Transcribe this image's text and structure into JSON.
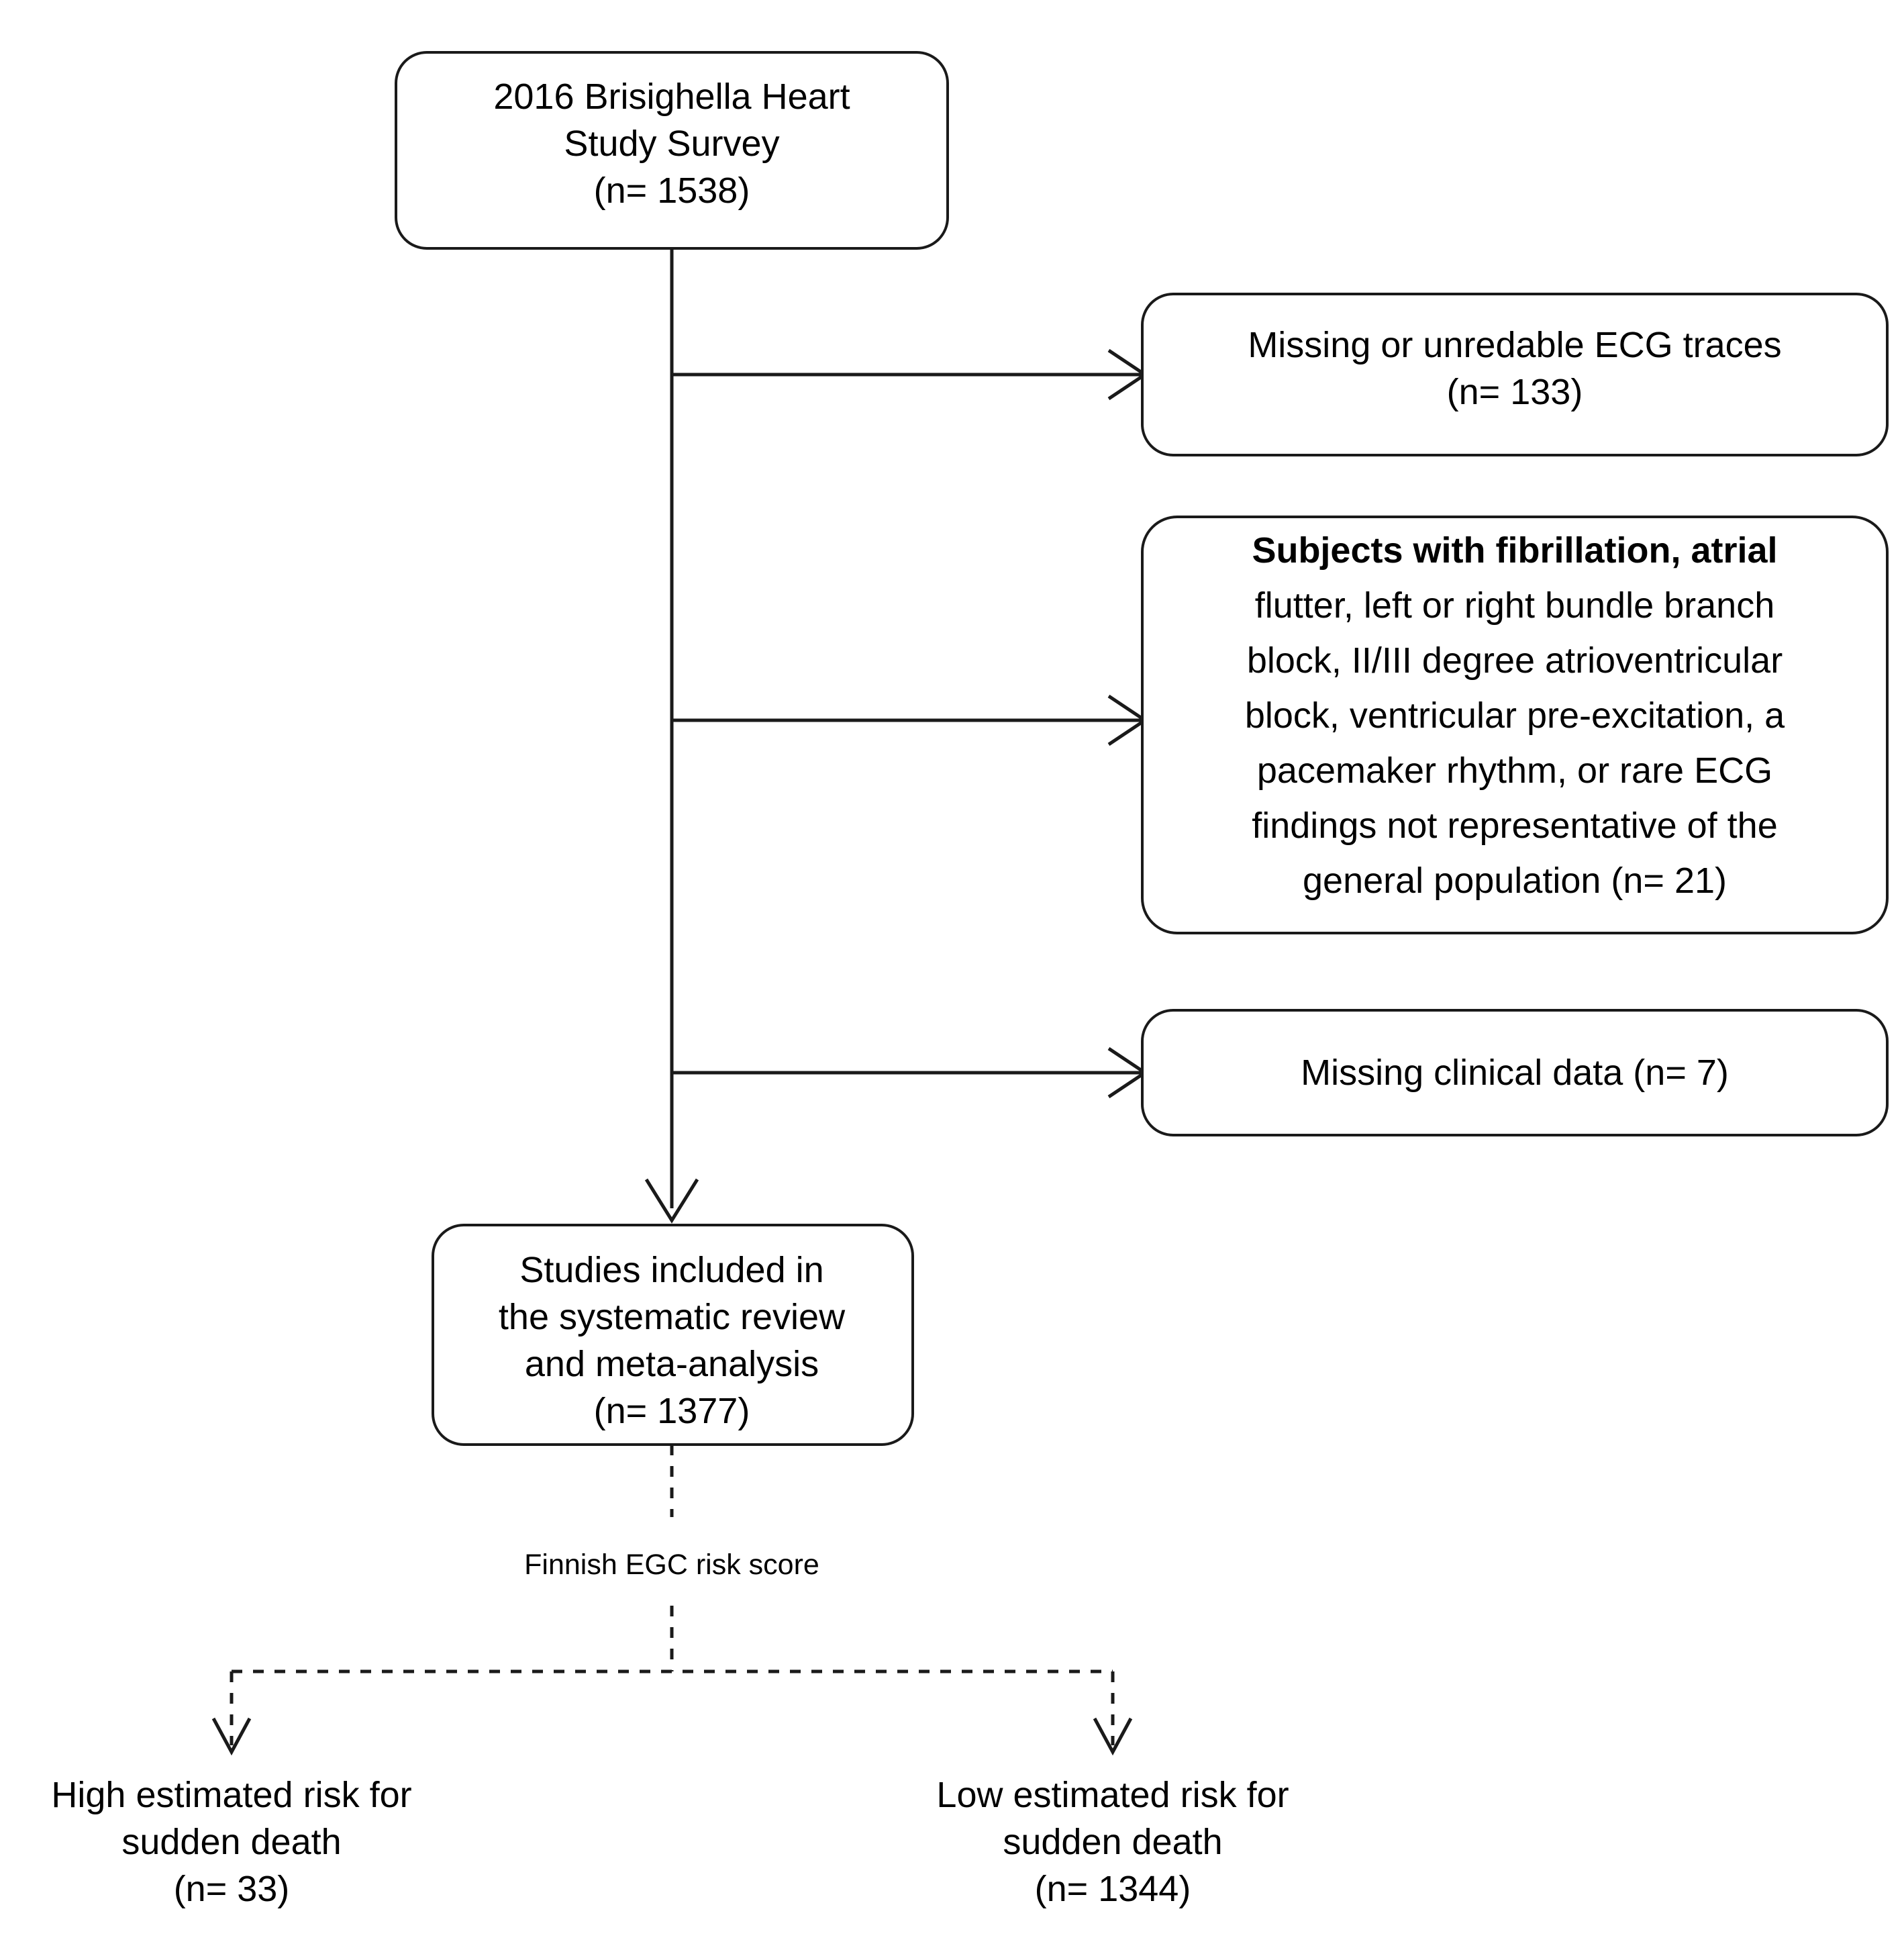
{
  "diagram": {
    "type": "flowchart",
    "title_node": {
      "name": "source-population-box",
      "lines": [
        "2016 Brisighella Heart",
        "Study Survey",
        "(n= 1538)"
      ]
    },
    "exclusions": [
      {
        "name": "exclusion-box-ecg-traces",
        "lines": [
          "Missing or unredable ECG traces",
          "(n= 133)"
        ],
        "n": 133
      },
      {
        "name": "exclusion-box-arrhythmias",
        "lines": [
          "Subjects with fibrillation, atrial",
          "flutter, left or right bundle branch",
          "block, II/III degree atrioventricular",
          "block, ventricular pre-excitation, a",
          "pacemaker rhythm, or rare ECG",
          "findings not representative of the",
          "general population (n= 21)"
        ],
        "n": 21
      },
      {
        "name": "exclusion-box-missing-clinical-data",
        "lines": [
          "Missing clinical data (n= 7)"
        ],
        "n": 7
      }
    ],
    "included_node": {
      "name": "included-studies-box",
      "lines": [
        "Studies included in",
        "the systematic review",
        "and meta-analysis",
        "(n= 1377)"
      ],
      "n": 1377
    },
    "split_label": "Finnish EGC risk score",
    "outcomes": [
      {
        "name": "outcome-high-risk",
        "lines": [
          "High estimated risk for",
          "sudden death",
          "(n= 33)"
        ],
        "n": 33
      },
      {
        "name": "outcome-low-risk",
        "lines": [
          "Low estimated risk for",
          "sudden death",
          "(n= 1344)"
        ],
        "n": 1344
      }
    ],
    "colors": {
      "stroke": "#1a1a1a",
      "fill": "#ffffff",
      "text": "#000000"
    }
  }
}
